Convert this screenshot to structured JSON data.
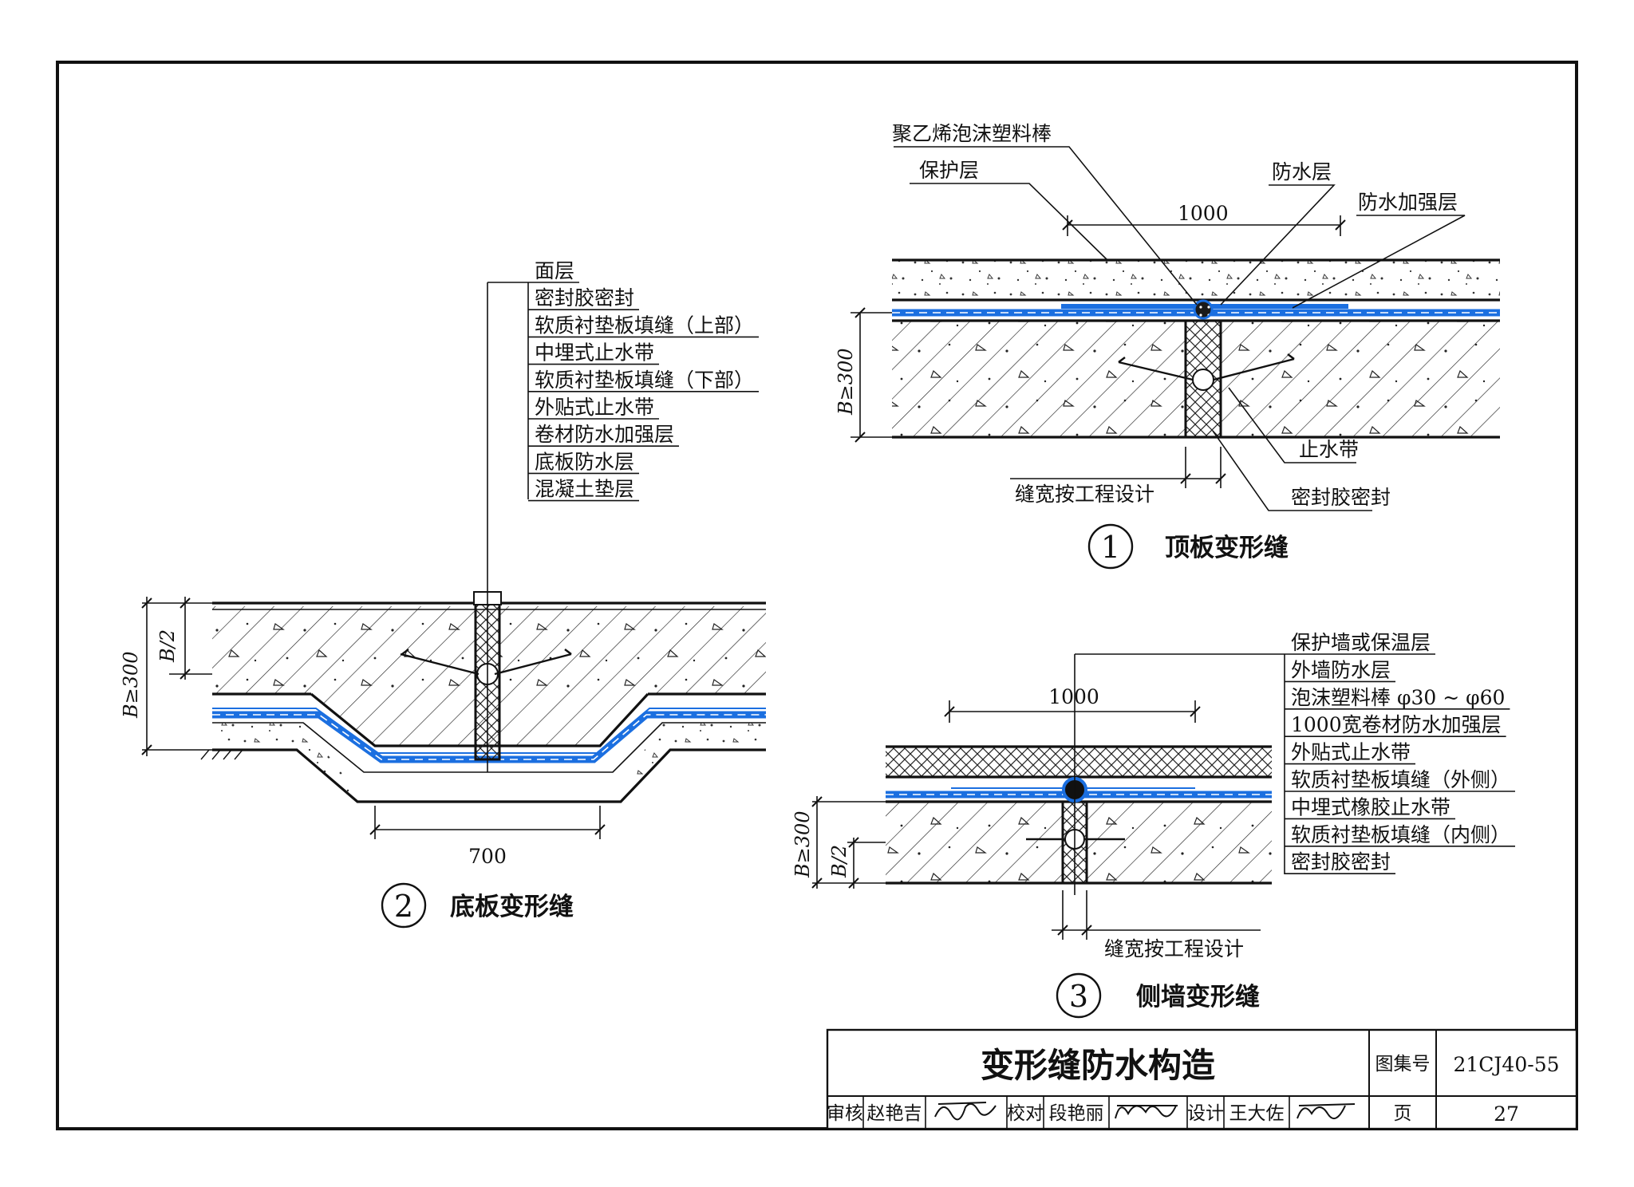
{
  "detail1": {
    "caption_number": "1",
    "caption": "顶板变形缝",
    "labels": {
      "foam_rod": "聚乙烯泡沫塑料棒",
      "protect": "保护层",
      "waterproof": "防水层",
      "reinforce": "防水加强层",
      "waterstop": "止水带",
      "sealant": "密封胶密封",
      "gap_width": "缝宽按工程设计"
    },
    "dim_width": "1000",
    "dim_depth": "B≥300"
  },
  "detail2": {
    "caption_number": "2",
    "caption": "底板变形缝",
    "labels": [
      "面层",
      "密封胶密封",
      "软质衬垫板填缝（上部）",
      "中埋式止水带",
      "软质衬垫板填缝（下部）",
      "外贴式止水带",
      "卷材防水加强层",
      "底板防水层",
      "混凝土垫层"
    ],
    "dim_width": "700",
    "dim_half": "B/2",
    "dim_depth": "B≥300"
  },
  "detail3": {
    "caption_number": "3",
    "caption": "侧墙变形缝",
    "labels": [
      "保护墙或保温层",
      "外墙防水层",
      "泡沫塑料棒 φ30 ~ φ60",
      "1000宽卷材防水加强层",
      "外贴式止水带",
      "软质衬垫板填缝（外侧）",
      "中埋式橡胶止水带",
      "软质衬垫板填缝（内侧）",
      "密封胶密封"
    ],
    "gap_width": "缝宽按工程设计",
    "dim_width": "1000",
    "dim_half": "B/2",
    "dim_depth": "B≥300"
  },
  "title_block": {
    "title": "变形缝防水构造",
    "atlas_label": "图集号",
    "atlas_no": "21CJ40-55",
    "page_label": "页",
    "page_no": "27",
    "review_label": "审核",
    "reviewer": "赵艳吉",
    "check_label": "校对",
    "checker": "段艳丽",
    "design_label": "设计",
    "designer": "王大佐"
  },
  "colors": {
    "waterproof_layer": "#1b6fe0",
    "line": "#111111"
  }
}
